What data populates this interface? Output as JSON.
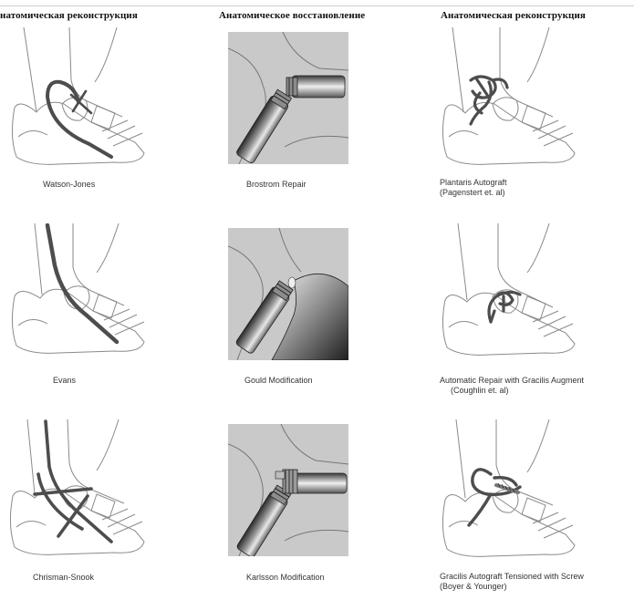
{
  "columns": [
    {
      "heading": "натомическая реконструкция"
    },
    {
      "heading": "Анатомическое восстановление"
    },
    {
      "heading": "Анатомическая реконструкция"
    }
  ],
  "procedures": {
    "watson_jones": {
      "caption": "Watson-Jones"
    },
    "brostrom": {
      "caption": "Brostrom Repair"
    },
    "plantaris": {
      "caption_line1": "Plantaris Autograft",
      "caption_line2": "(Pagenstert et. al)"
    },
    "evans": {
      "caption": "Evans"
    },
    "gould": {
      "caption": "Gould Modification"
    },
    "automatic": {
      "caption_line1": "Automatic Repair with Gracilis Augment",
      "caption_line2": "(Coughlin et. al)"
    },
    "chrisman_snook": {
      "caption": "Chrisman-Snook"
    },
    "karlsson": {
      "caption": "Karlsson Modification"
    },
    "gracilis": {
      "caption_line1": "Gracilis Autograft Tensioned with Screw",
      "caption_line2": "(Boyer & Younger)"
    }
  },
  "colors": {
    "graft": "#4d4d4d",
    "bone_outline": "#8a8a8a",
    "closeup_bg": "#c9c9c9"
  }
}
